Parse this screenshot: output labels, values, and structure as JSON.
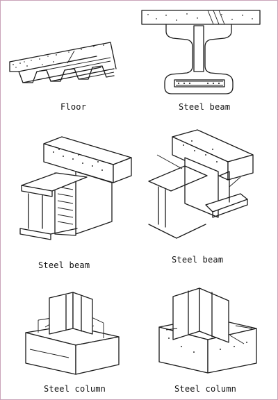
{
  "captions": {
    "floor": "Floor",
    "steel_beam_top": "Steel beam",
    "steel_beam_mid_left": "Steel beam",
    "steel_beam_mid_right": "Steel beam",
    "steel_column_left": "Steel column",
    "steel_column_right": "Steel column"
  }
}
